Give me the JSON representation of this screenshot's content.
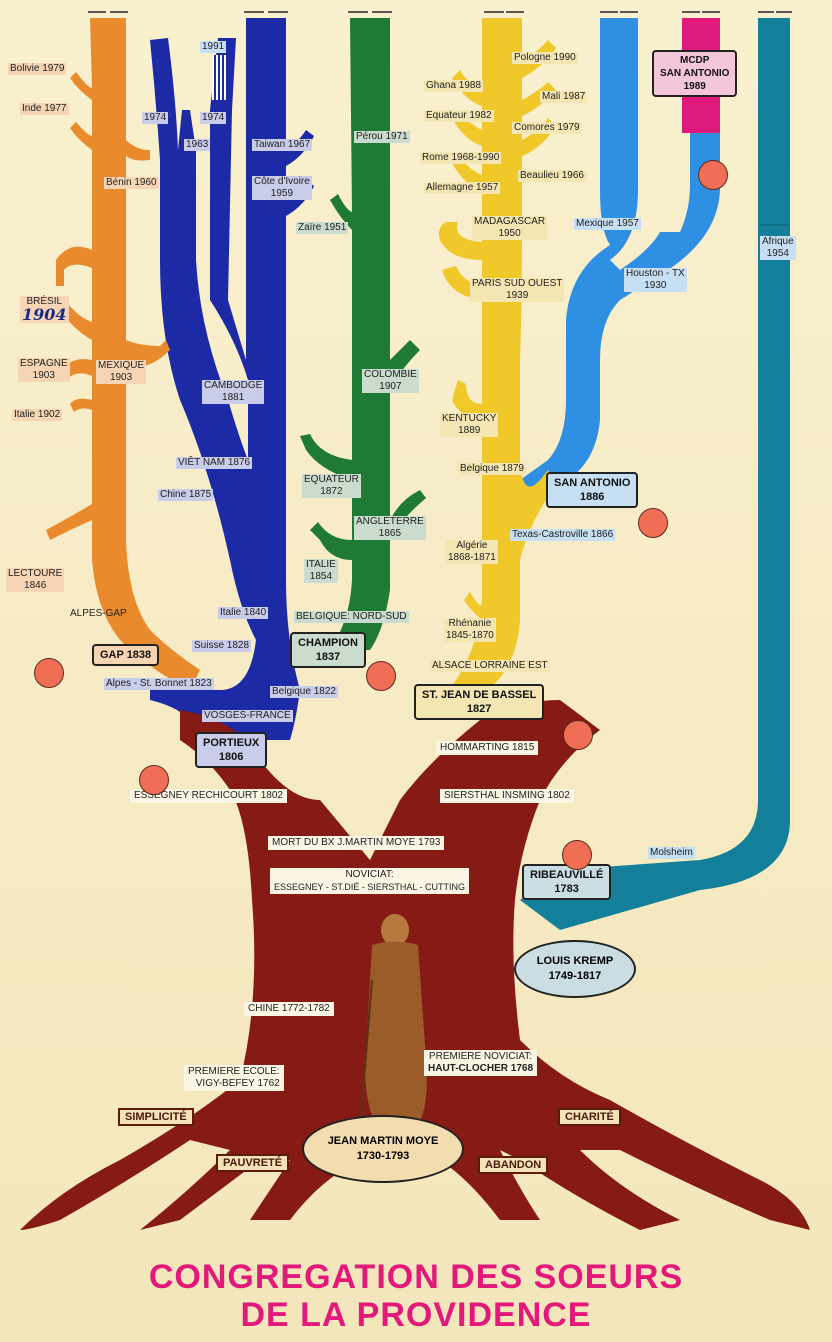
{
  "colors": {
    "orange": "#e98b2c",
    "blue": "#1d2aa6",
    "green": "#1e7a34",
    "yellow": "#f0c829",
    "sky": "#2f8fe2",
    "teal": "#137f9a",
    "trunk": "#861a14",
    "magenta": "#e0197c",
    "marker": "#ef6e55"
  },
  "orange_labels": {
    "bolivie": "Bolivie 1979",
    "inde": "Inde 1977",
    "benin": "Bénin 1960",
    "bresil_name": "BRÉSIL",
    "bresil_year": "1904",
    "espagne_name": "ESPAGNE",
    "espagne_year": "1903",
    "mexique_name": "MEXIQUE",
    "mexique_year": "1903",
    "italie": "Italie 1902",
    "lectoure_name": "LECTOURE",
    "lectoure_year": "1846",
    "alpes_gap": "ALPES-GAP",
    "gap": "GAP 1838",
    "alpes_bonnet": "Alpes - St. Bonnet 1823"
  },
  "blue_labels": {
    "y1991": "1991",
    "y1974a": "1974",
    "y1974b": "1974",
    "y1963": "1963",
    "taiwan": "Taiwan 1967",
    "cote_name": "Côte d'Ivoire",
    "cote_year": "1959",
    "cambodge_name": "CAMBODGE",
    "cambodge_year": "1881",
    "vietnam": "VIÊT NAM 1876",
    "chine": "Chine 1875",
    "italie": "Italie 1840",
    "suisse": "Suisse 1828",
    "belgique": "Belgique 1822",
    "vosges": "VOSGES-FRANCE",
    "portieux_name": "PORTIEUX",
    "portieux_year": "1806",
    "essegney": "ESSEGNEY RECHICOURT 1802"
  },
  "green_labels": {
    "perou": "Pérou 1971",
    "zaire": "Zaïre 1951",
    "colombie_name": "COLOMBIE",
    "colombie_year": "1907",
    "equateur_name": "EQUATEUR",
    "equateur_year": "1872",
    "angleterre_name": "ANGLETERRE",
    "angleterre_year": "1865",
    "italie_name": "ITALIE",
    "italie_year": "1854",
    "belgique": "BELGIQUE: NORD-SUD",
    "champion_name": "CHAMPION",
    "champion_year": "1837"
  },
  "yellow_labels": {
    "pologne": "Pologne 1990",
    "ghana": "Ghana 1988",
    "mali": "Mali 1987",
    "equateur": "Equateur 1982",
    "comores": "Comores 1979",
    "rome": "Rome 1968-1990",
    "beaulieu": "Beaulieu 1966",
    "allemagne": "Allemagne 1957",
    "madagascar_name": "MADAGASCAR",
    "madagascar_year": "1950",
    "paris_name": "PARIS SUD OUEST",
    "paris_year": "1939",
    "kentucky_name": "KENTUCKY",
    "kentucky_year": "1889",
    "belgique": "Belgique 1879",
    "algerie_name": "Algérie",
    "algerie_year": "1868-1871",
    "rhenanie_name": "Rhénanie",
    "rhenanie_year": "1845-1870",
    "alsace": "ALSACE LORRAINE EST",
    "stjean_name": "ST. JEAN DE BASSEL",
    "stjean_year": "1827",
    "hommarting": "HOMMARTING 1815",
    "siersthal": "SIERSTHAL INSMING 1802"
  },
  "sky_labels": {
    "mcdp_name": "MCDP",
    "mcdp_place": "SAN ANTONIO",
    "mcdp_year": "1989",
    "mexique": "Mexique 1957",
    "houston_name": "Houston - TX",
    "houston_year": "1930",
    "sanantonio_name": "SAN ANTONIO",
    "sanantonio_year": "1886",
    "texas": "Texas-Castroville 1866"
  },
  "teal_labels": {
    "afrique_name": "Afrique",
    "afrique_year": "1954",
    "molsheim": "Molsheim",
    "ribeauville_name": "RIBEAUVILLÉ",
    "ribeauville_year": "1783",
    "kremp_name": "LOUIS KREMP",
    "kremp_years": "1749-1817"
  },
  "trunk_labels": {
    "mort": "MORT DU BX J.MARTIN MOYE 1793",
    "noviciat_title": "NOVICIAT:",
    "noviciat_places": "ESSEGNEY - ST.DIÉ - SIERSTHAL - CUTTING",
    "chine": "CHINE 1772-1782",
    "premiere_ecole_title": "PREMIERE ECOLE:",
    "premiere_ecole_place": "VIGY-BEFEY 1762",
    "premiere_noviciat_title": "PREMIERE NOVICIAT:",
    "premiere_noviciat_place": "HAUT-CLOCHER 1768",
    "moye_name": "JEAN MARTIN MOYE",
    "moye_years": "1730-1793"
  },
  "virtues": {
    "simplicite": "SIMPLICITÉ",
    "pauvrete": "PAUVRETÉ",
    "abandon": "ABANDON",
    "charite": "CHARITÉ"
  },
  "title": {
    "line1": "CONGREGATION DES SOEURS",
    "line2": "DE LA PROVIDENCE"
  }
}
